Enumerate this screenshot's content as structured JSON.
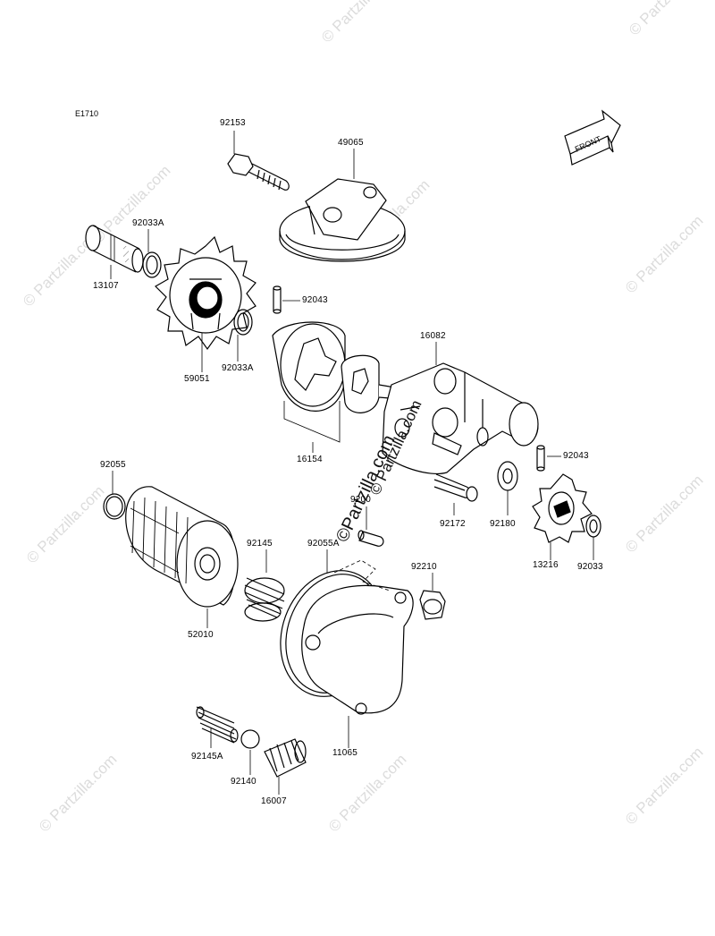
{
  "diagram_code": "E1710",
  "front_badge": "FRONT",
  "watermark": "© Partzilla.com",
  "center_watermark": "©Partzilla.com",
  "part_numbers": {
    "p92153": "92153",
    "p49065": "49065",
    "p92033a_top": "92033A",
    "p13107": "13107",
    "p92043_top": "92043",
    "p59051": "59051",
    "p92033a_bottom": "92033A",
    "p16082": "16082",
    "p16154": "16154",
    "p92043_right": "92043",
    "p92055": "92055",
    "p9200x": "9200",
    "p92145": "92145",
    "p92055a": "92055A",
    "p92172": "92172",
    "p92180": "92180",
    "p92210": "92210",
    "p13216": "13216",
    "p92033": "92033",
    "p52010": "52010",
    "p11065": "11065",
    "p92145a": "92145A",
    "p92140": "92140",
    "p16007": "16007"
  }
}
